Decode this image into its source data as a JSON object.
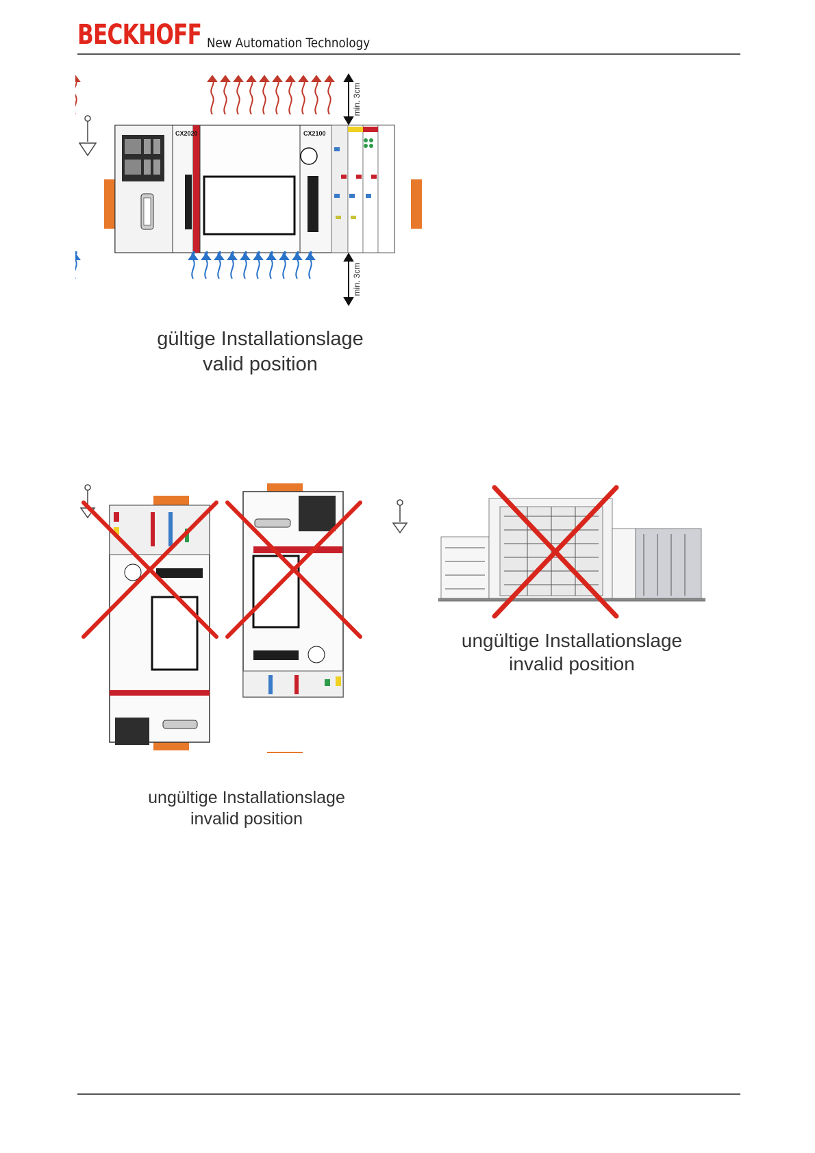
{
  "header": {
    "brand": "BECKHOFF",
    "tagline": "New Automation Technology"
  },
  "figure_valid": {
    "clearance_top": "min. 3cm",
    "clearance_bottom": "min. 3cm",
    "module_left_label": "CX2020",
    "module_right_label": "CX2100",
    "caption_de": "gültige Installationslage",
    "caption_en": "valid position",
    "colors": {
      "heat_arrows": "#c0392b",
      "cool_arrows": "#2a73c9",
      "din_rail_clip": "#e8792b",
      "accent_strip": "#c8202a"
    }
  },
  "figure_invalid_vertical": {
    "caption_de": "ungültige Installationslage",
    "caption_en": "invalid position",
    "colors": {
      "cross": "#d9261c"
    }
  },
  "figure_invalid_flat": {
    "caption_de": "ungültige Installationslage",
    "caption_en": "invalid position"
  }
}
